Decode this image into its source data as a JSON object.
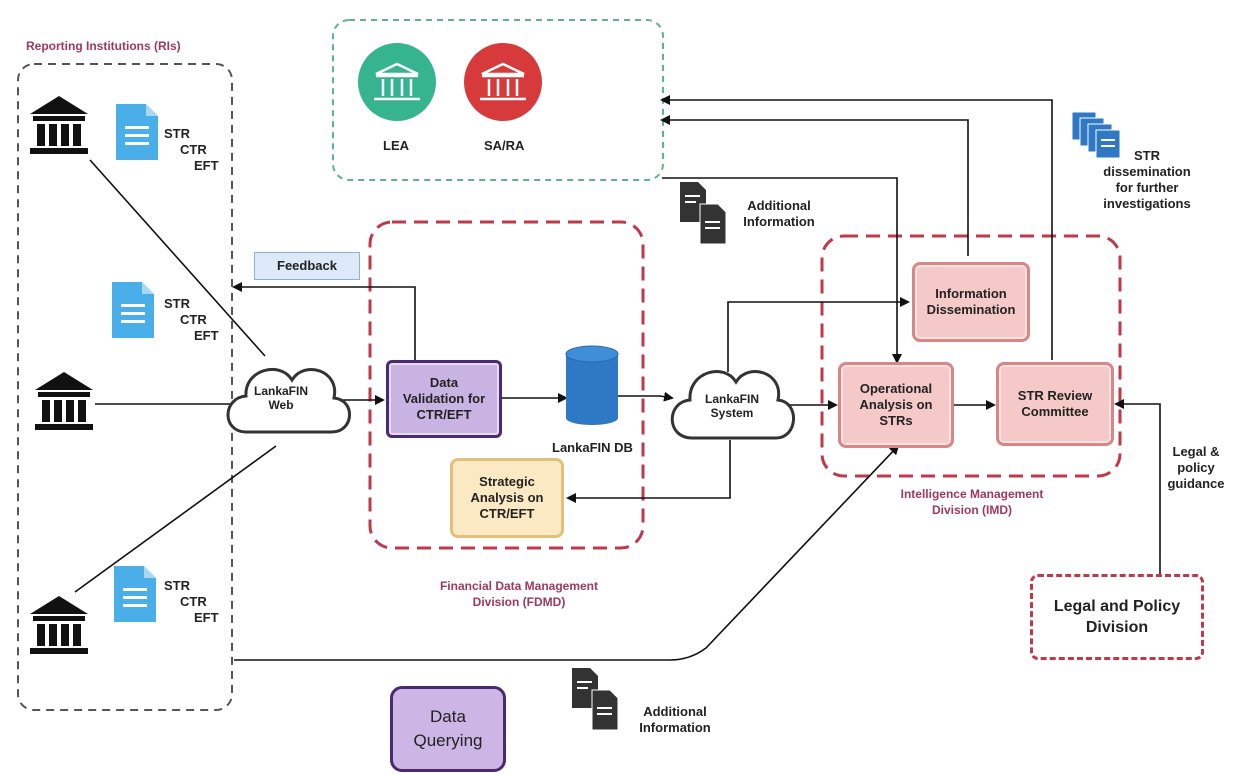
{
  "groups": {
    "reporting_institutions": "Reporting Institutions (RIs)",
    "fdmd": "Financial Data Management\nDivision (FDMD)",
    "imd": "Intelligence Management\nDivision (IMD)"
  },
  "report_types": [
    "STR",
    "CTR",
    "EFT"
  ],
  "agencies": {
    "lea": "LEA",
    "sa_ra": "SA/RA"
  },
  "nodes": {
    "lankafin_web": "LankaFIN\nWeb",
    "data_validation": "Data\nValidation for\nCTR/EFT",
    "lankafin_db": "LankaFIN DB",
    "lankafin_system": "LankaFIN\nSystem",
    "strategic_analysis": "Strategic\nAnalysis on\nCTR/EFT",
    "operational_analysis": "Operational\nAnalysis on\nSTRs",
    "information_dissemination": "Information\nDissemination",
    "str_review": "STR Review\nCommittee",
    "legal_policy": "Legal and Policy\nDivision",
    "data_querying": "Data\nQuerying",
    "feedback": "Feedback"
  },
  "annotations": {
    "additional_info_top": "Additional\nInformation",
    "additional_info_bottom": "Additional\nInformation",
    "str_dissemination": "STR\ndissemination\nfor further\ninvestigations",
    "legal_guidance": "Legal &\npolicy\nguidance"
  },
  "colors": {
    "lea": "#36b38f",
    "sa_ra": "#d63a3a",
    "dashed_red": "#c0394b",
    "dashed_green": "#5fb38a",
    "doc_blue": "#4aaee8",
    "db_blue": "#2f78c4"
  }
}
